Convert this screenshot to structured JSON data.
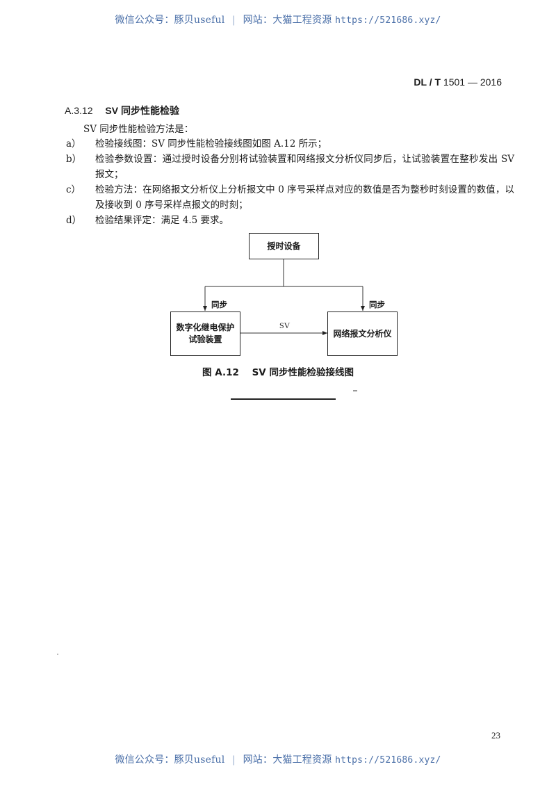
{
  "watermark": {
    "wechat_label": "微信公众号：豚贝useful",
    "separator": "|",
    "site_label": "网站：大猫工程资源",
    "url": "https://521686.xyz/"
  },
  "header": {
    "standard_prefix": "DL / T",
    "standard_number": "1501 — 2016"
  },
  "section": {
    "number": "A.3.12",
    "title": "SV 同步性能检验"
  },
  "intro": "SV 同步性能检验方法是：",
  "items": [
    {
      "label": "a）",
      "text": "检验接线图：SV 同步性能检验接线图如图 A.12 所示；"
    },
    {
      "label": "b）",
      "text": "检验参数设置：通过授时设备分别将试验装置和网络报文分析仪同步后，让试验装置在整秒发出 SV 报文；"
    },
    {
      "label": "c）",
      "text": "检验方法：在网络报文分析仪上分析报文中 0 序号采样点对应的数值是否为整秒时刻设置的数值，以及接收到 0 序号采样点报文的时刻；"
    },
    {
      "label": "d）",
      "text": "检验结果评定：满足 4.5 要求。"
    }
  ],
  "diagram": {
    "timing_device": "授时设备",
    "test_device_line1": "数字化继电保护",
    "test_device_line2": "试验装置",
    "analyzer": "网络报文分析仪",
    "sync_left": "同步",
    "sync_right": "同步",
    "signal": "SV"
  },
  "figure": {
    "number": "图 A.12",
    "title": "SV 同步性能检验接线图"
  },
  "page_number": "23"
}
